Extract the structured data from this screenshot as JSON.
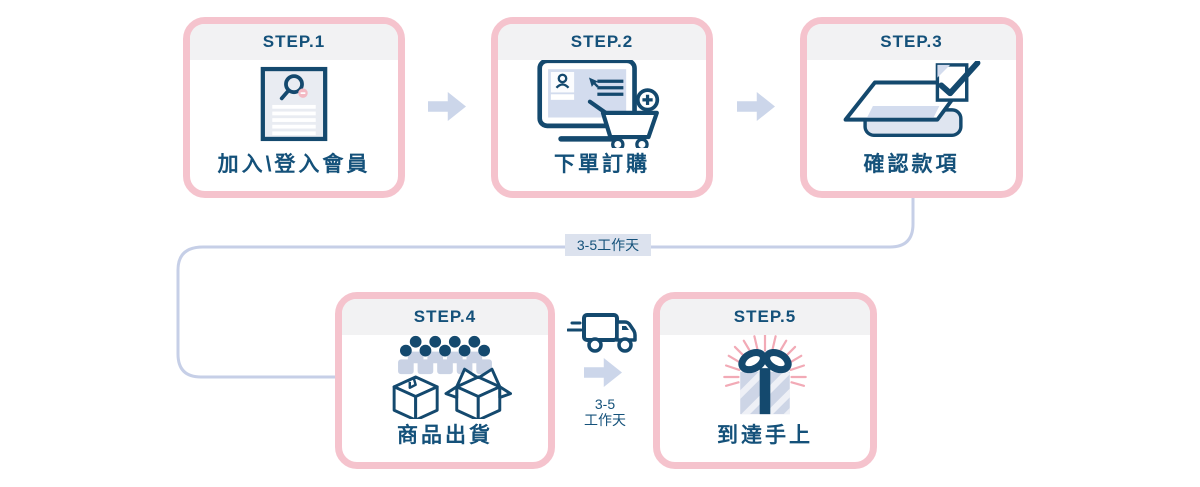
{
  "diagram": {
    "type": "order-process-flow",
    "steps": [
      {
        "title": "STEP.1",
        "label": "加入\\登入會員",
        "icon": "member-register-document-icon"
      },
      {
        "title": "STEP.2",
        "label": "下單訂購",
        "icon": "monitor-shopping-cart-icon"
      },
      {
        "title": "STEP.3",
        "label": "確認款項",
        "icon": "payment-confirm-envelope-pen-icon"
      },
      {
        "title": "STEP.4",
        "label": "商品出貨",
        "icon": "crowd-packing-boxes-icon"
      },
      {
        "title": "STEP.5",
        "label": "到達手上",
        "icon": "gift-box-icon"
      }
    ],
    "connector_label": "3-5工作天",
    "transit": {
      "line1": "3-5",
      "line2": "工作天",
      "icon": "delivery-truck-icon"
    }
  },
  "colors": {
    "card_border_pink": "#f5c3cd",
    "header_bg": "#f2f2f3",
    "text_navy": "#14517a",
    "icon_navy": "#14496e",
    "arrow_blue": "#ccd6ea",
    "connector_blue": "#c6cfe7",
    "connector_label_bg": "#dce2ee",
    "light_fill_blue": "#d3dcee",
    "body_fill_blue": "#c9d2e4",
    "doc_fill": "#e9ecf2",
    "stack_fill": "#dfe5f0",
    "gift_box_fill": "#cdd5e6",
    "accent_pink": "#f2aab6",
    "dot_pink": "#f3b9c3"
  }
}
